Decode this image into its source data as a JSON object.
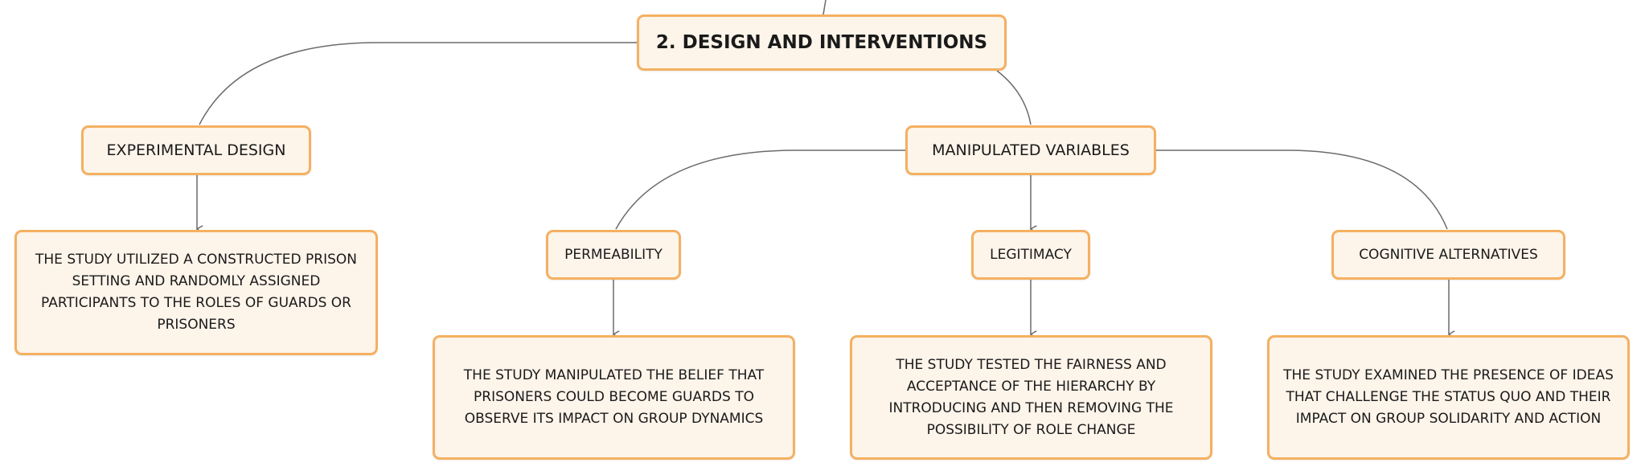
{
  "root": {
    "label": "2. DESIGN AND INTERVENTIONS"
  },
  "experimental_design": {
    "label": "EXPERIMENTAL DESIGN",
    "description": "THE STUDY UTILIZED A CONSTRUCTED PRISON SETTING AND RANDOMLY ASSIGNED PARTICIPANTS TO THE ROLES OF GUARDS OR PRISONERS"
  },
  "manipulated_variables": {
    "label": "MANIPULATED VARIABLES",
    "children": [
      {
        "label": "PERMEABILITY",
        "description": "THE STUDY MANIPULATED THE BELIEF THAT PRISONERS COULD BECOME GUARDS TO OBSERVE ITS IMPACT ON GROUP DYNAMICS"
      },
      {
        "label": "LEGITIMACY",
        "description": "THE STUDY TESTED THE FAIRNESS AND ACCEPTANCE OF THE HIERARCHY BY INTRODUCING AND THEN REMOVING THE POSSIBILITY OF ROLE CHANGE"
      },
      {
        "label": "COGNITIVE ALTERNATIVES",
        "description": "THE STUDY EXAMINED THE PRESENCE OF IDEAS THAT CHALLENGE THE STATUS QUO AND THEIR IMPACT ON GROUP SOLIDARITY AND ACTION"
      }
    ]
  },
  "colors": {
    "node_fill": "#fdf4ea",
    "node_border": "#f4b061",
    "connector": "#6b6b6b",
    "text": "#1a1a1a"
  }
}
